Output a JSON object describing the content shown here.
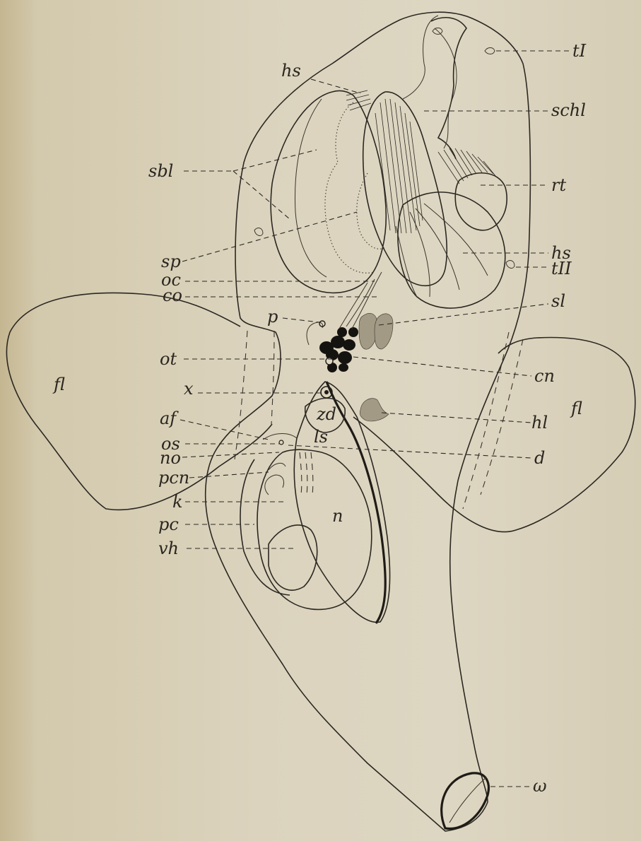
{
  "figure": {
    "labels": {
      "tI": "tI",
      "hs_top": "hs",
      "schl": "schl",
      "sbl": "sbl",
      "rt": "rt",
      "sp": "sp",
      "hs_right": "hs",
      "tII": "tII",
      "oc": "oc",
      "co": "co",
      "sl": "sl",
      "p": "p",
      "ot": "ot",
      "cn": "cn",
      "fl_left": "fl",
      "x": "x",
      "fl_right": "fl",
      "zd": "zd",
      "hl": "hl",
      "af": "af",
      "ls": "ls",
      "os": "os",
      "d": "d",
      "no": "no",
      "pcn": "pcn",
      "k": "k",
      "n": "n",
      "pc": "pc",
      "vh": "vh",
      "w": "ω"
    }
  }
}
